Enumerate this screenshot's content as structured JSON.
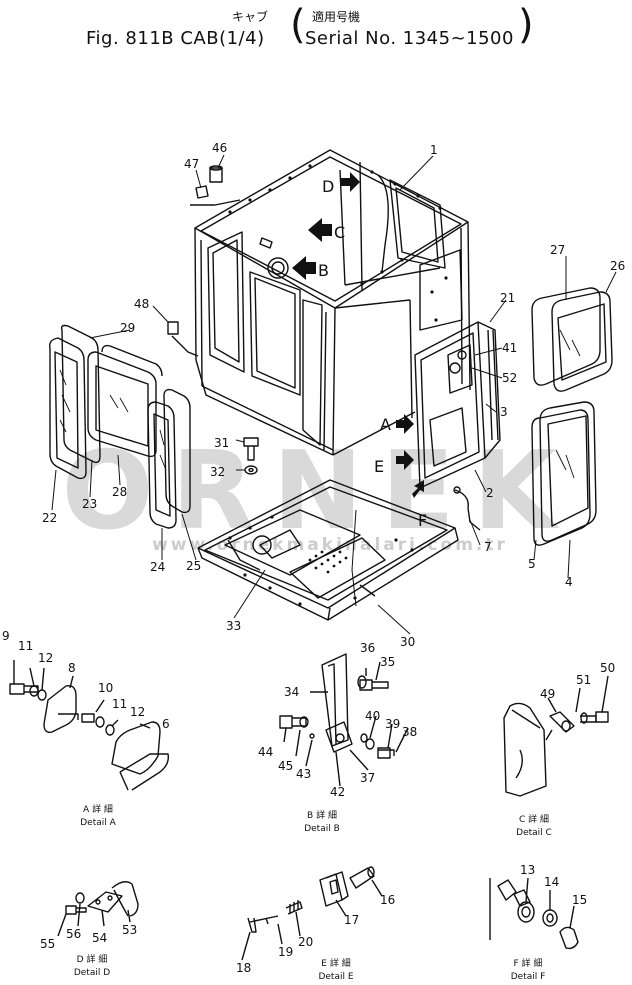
{
  "title": {
    "jp_cab": "キャブ",
    "fig_line": "Fig. 811B  CAB(1/4)",
    "jp_serial": "適用号機",
    "serial_line": "Serial No. 1345~1500"
  },
  "watermark": {
    "logo_text": "ORNEK",
    "url_text": "www.ornekmakinalari.com.tr"
  },
  "view_arrows": [
    "A",
    "B",
    "C",
    "D",
    "E",
    "F"
  ],
  "part_numbers": [
    "1",
    "2",
    "3",
    "4",
    "5",
    "6",
    "7",
    "8",
    "9",
    "10",
    "11",
    "12",
    "13",
    "14",
    "15",
    "16",
    "17",
    "18",
    "19",
    "20",
    "21",
    "22",
    "23",
    "24",
    "25",
    "26",
    "27",
    "28",
    "29",
    "30",
    "31",
    "32",
    "33",
    "34",
    "35",
    "36",
    "37",
    "38",
    "39",
    "40",
    "41",
    "42",
    "43",
    "44",
    "45",
    "46",
    "47",
    "48",
    "49",
    "50",
    "51",
    "52",
    "53",
    "54",
    "55",
    "56"
  ],
  "details": {
    "A": {
      "jp": "A 詳 細",
      "en": "Detail  A"
    },
    "B": {
      "jp": "B 詳 細",
      "en": "Detail  B"
    },
    "C": {
      "jp": "C 詳 細",
      "en": "Detail  C"
    },
    "D": {
      "jp": "D 詳 細",
      "en": "Detail  D"
    },
    "E": {
      "jp": "E 詳 細",
      "en": "Detail  E"
    },
    "F": {
      "jp": "F 詳 細",
      "en": "Detail  F"
    }
  },
  "colors": {
    "ink": "#111111",
    "watermark": "#d9d9d9"
  }
}
